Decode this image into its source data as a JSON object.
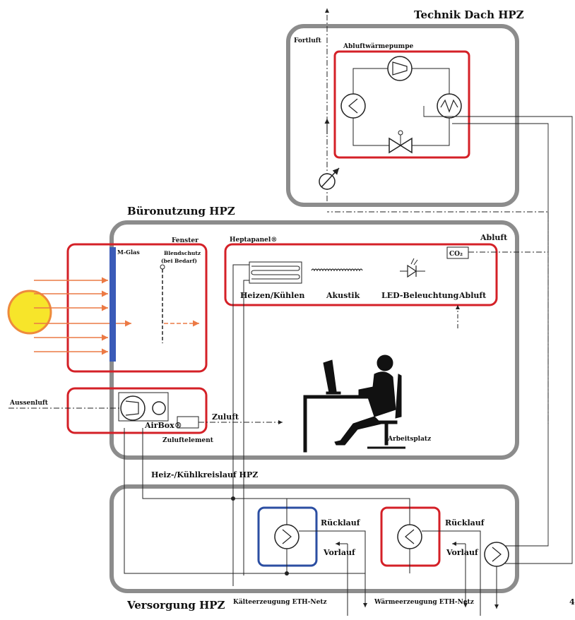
{
  "labels": {
    "technik_dach": "Technik Dach  HPZ",
    "fortluft": "Fortluft",
    "abluftwaermepumpe": "Abluftwärmepumpe",
    "bueronutzung": "Büronutzung HPZ",
    "fenster": "Fenster",
    "mglas": "M-Glas",
    "blendschutz_1": "Blendschutz",
    "blendschutz_2": "(bei Bedarf)",
    "heptapanel": "Heptapanel®",
    "abluft_top": "Abluft",
    "co2": "CO₂",
    "heizen_kuehlen": "Heizen/Kühlen",
    "akustik": "Akustik",
    "led": "LED-Beleuchtung",
    "abluft_panel": "Abluft",
    "aussenluft": "Aussenluft",
    "airbox": "AirBox®",
    "zuluft": "Zuluft",
    "zuluftelement": "Zuluftelement",
    "arbeitsplatz": "Arbeitsplatz",
    "heiz_kuehlkreislauf": "Heiz-/Kühlkreislauf HPZ",
    "ruecklauf_cold": "Rücklauf",
    "vorlauf_cold": "Vorlauf",
    "ruecklauf_warm": "Rücklauf",
    "vorlauf_warm": "Vorlauf",
    "versorgung": "Versorgung HPZ",
    "kaelteerzeugung": "Kälteerzeugung ETH-Netz",
    "waermeerzeugung": "Wärmeerzeugung ETH-Netz",
    "page_number": "4"
  },
  "colors": {
    "box_outline": "#8c8c8c",
    "zone_red": "#d42027",
    "zone_blue": "#2b4ea2",
    "glass_blue": "#3a5bb8",
    "sun_fill": "#f7e52a",
    "sun_ring": "#ee8a3c",
    "sun_ray": "#ec7a45",
    "line": "#222222"
  },
  "icons": {
    "sun": "sun-icon",
    "compressor": "compressor-icon",
    "heat_exchanger": "heat-exchanger-icon",
    "expansion_valve": "expansion-valve-icon",
    "fan": "fan-icon",
    "led": "led-icon",
    "person": "person-at-desk-icon"
  }
}
